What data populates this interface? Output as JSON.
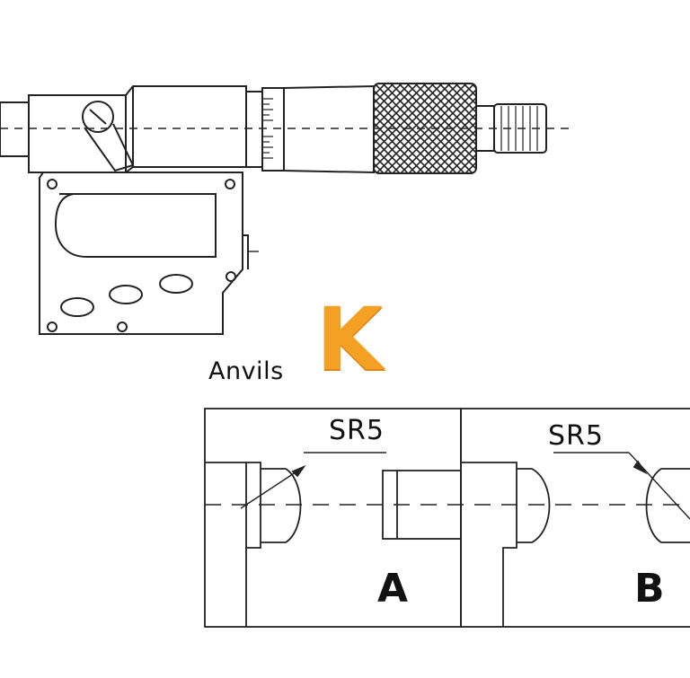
{
  "labels": {
    "anvils": "Anvils",
    "logo": "K",
    "anvil_a": "A",
    "anvil_b": "B",
    "sphere_radius_a": "SR5",
    "sphere_radius_b": "SR5"
  },
  "colors": {
    "line": "#222222",
    "logo_top": "#f7b733",
    "logo_bottom": "#f08c1a",
    "background": "#ffffff"
  }
}
